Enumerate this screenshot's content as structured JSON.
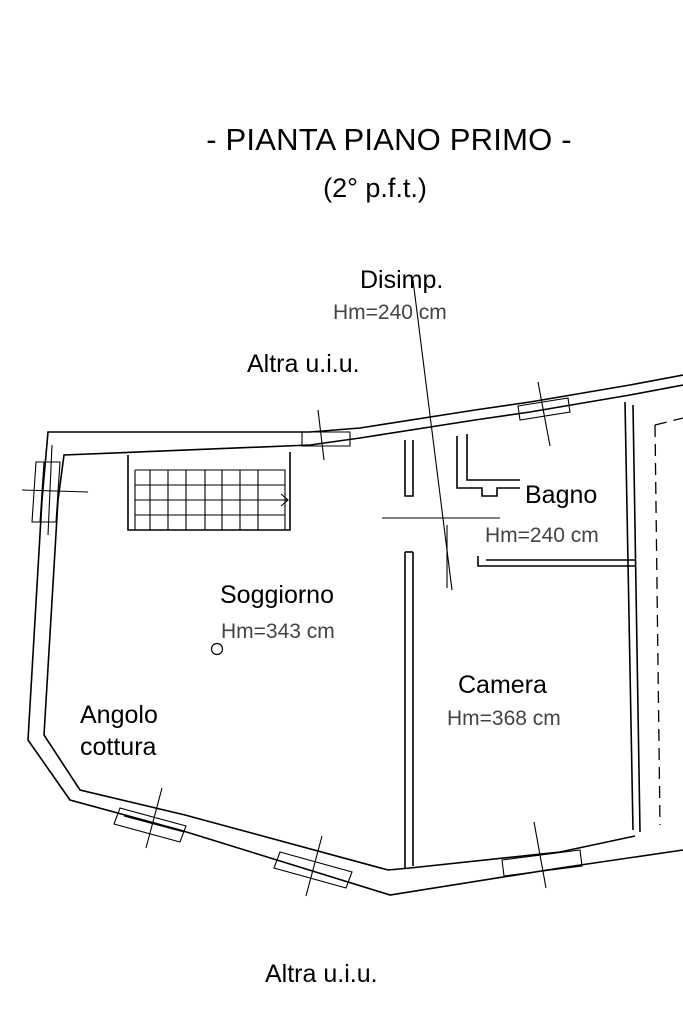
{
  "header": {
    "title": "- PIANTA PIANO PRIMO  -",
    "subtitle": "(2° p.f.t.)"
  },
  "rooms": {
    "disimpegno": {
      "name": "Disimp.",
      "height": "Hm=240 cm"
    },
    "bagno": {
      "name": "Bagno",
      "height": "Hm=240 cm"
    },
    "soggiorno": {
      "name": "Soggiorno",
      "height": "Hm=343 cm"
    },
    "camera": {
      "name": "Camera",
      "height": "Hm=368 cm"
    },
    "angolo_cottura": {
      "name_line1": "Angolo",
      "name_line2": "cottura"
    }
  },
  "neighbors": {
    "top": "Altra u.i.u.",
    "bottom": "Altra u.i.u."
  }
}
